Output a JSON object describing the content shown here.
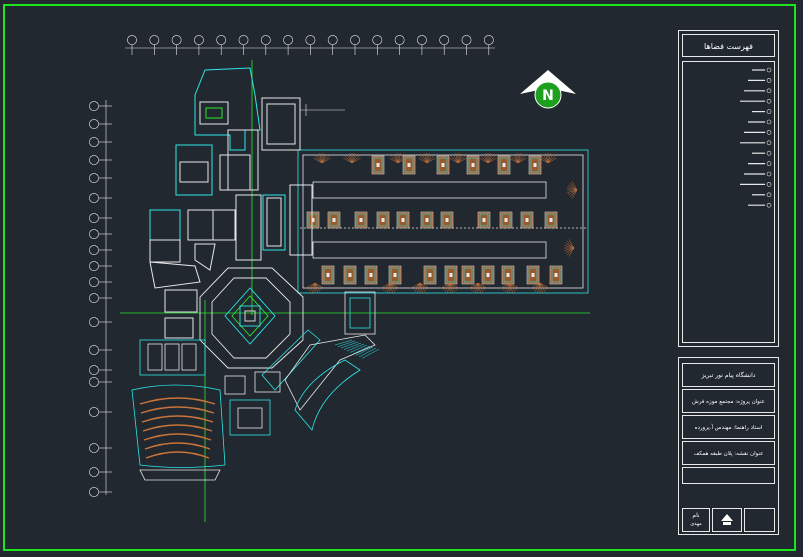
{
  "drawing": {
    "column_grid_count": 17,
    "row_grid_count": 20,
    "north_arrow": {
      "label": "N",
      "icon": "north-arrow-icon"
    }
  },
  "colors": {
    "background": "#212830",
    "frame": "#1ee61e",
    "walls": "#2ee6e6",
    "lines": "#e8e8e8",
    "axis": "#2de62d",
    "furniture": "#c8743c",
    "accent_magenta": "#e22ee2",
    "accent_yellow": "#e8e02c"
  },
  "legend_panel": {
    "title": "فهرست فضاها",
    "item_count": 14,
    "icon": "legend-marker-icon"
  },
  "title_block": {
    "university": "دانشگاه پیام نور تبریز",
    "project": "عنوان پروژه: مجتمع موزه فرش",
    "instructor": "استاد راهنما: مهندس آ.پرورده",
    "sheet_title": "عنوان نقشه: پلان طبقه همکف",
    "student_label": "نام",
    "student_name": "مهدی محمدی",
    "logo_icon": "university-logo-icon"
  }
}
